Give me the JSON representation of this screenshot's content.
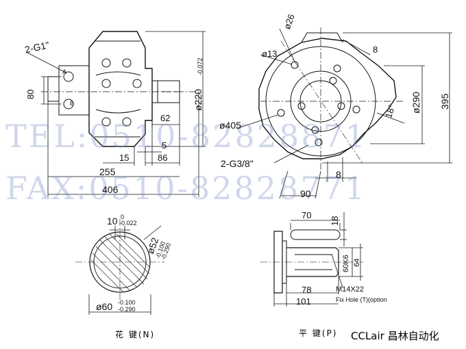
{
  "watermark": {
    "tel": "TEL:0510-82828871",
    "fax": "FAX:0510-82828771"
  },
  "side_view": {
    "port_label": "2-G1\"",
    "port_height": "80",
    "shaft_diameter": "ø220",
    "shaft_tol": "-0.072",
    "dim_62": "62",
    "dim_5": "5",
    "dim_15": "15",
    "dim_86": "86",
    "dim_255": "255",
    "dim_406": "406",
    "mark_a": "A",
    "mark_b": "B"
  },
  "front_view": {
    "hole_dia": "ø26",
    "bolt_dia": "ø13",
    "dim_8_top": "8",
    "bolt_circle": "ø290",
    "overall_height": "395",
    "angle": "18°",
    "outer_dia": "ø405",
    "drain_port": "2-G3/8\"",
    "dim_8_bottom": "8",
    "dim_90": "90"
  },
  "spline_shaft": {
    "width": "10",
    "width_tol_top": "0",
    "width_tol_bottom": "-0.022",
    "minor_dia": "ø52",
    "minor_tol_top": "-0.100",
    "minor_tol_bottom": "-0.290",
    "major_dia": "ø60",
    "major_tol_top": "-0.100",
    "major_tol_bottom": "-0.290",
    "caption": "花 键(N)"
  },
  "flat_key_shaft": {
    "key_length": "70",
    "key_height": "18",
    "shaft_fit": "60K6",
    "dim_64": "64",
    "dim_78": "78",
    "dim_101": "101",
    "thread": "M14X22",
    "thread_note": "Fix Hole (T)(option",
    "caption": "平 键(P)"
  },
  "brand": "CCLair 昌林自动化"
}
